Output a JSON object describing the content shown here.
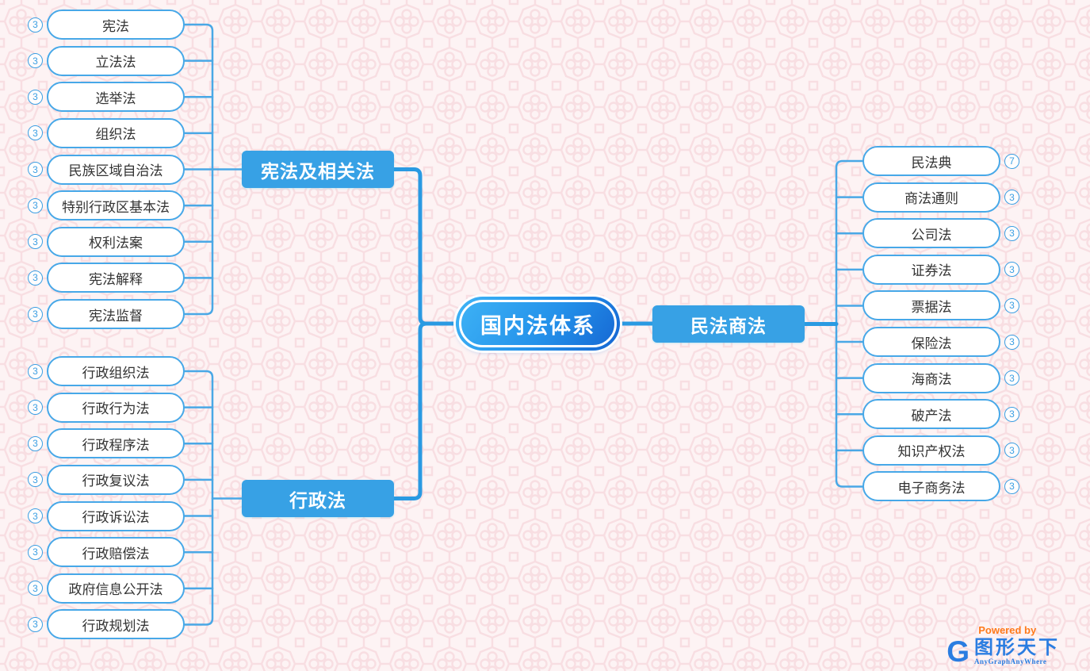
{
  "center": {
    "label": "国内法体系"
  },
  "branches": {
    "constitution": {
      "label": "宪法及相关法"
    },
    "admin": {
      "label": "行政法"
    },
    "civil": {
      "label": "民法商法"
    }
  },
  "groups": {
    "left_top": {
      "parent": "宪法及相关法",
      "items": [
        {
          "label": "宪法",
          "count": "3"
        },
        {
          "label": "立法法",
          "count": "3"
        },
        {
          "label": "选举法",
          "count": "3"
        },
        {
          "label": "组织法",
          "count": "3"
        },
        {
          "label": "民族区域自治法",
          "count": "3"
        },
        {
          "label": "特别行政区基本法",
          "count": "3"
        },
        {
          "label": "权利法案",
          "count": "3"
        },
        {
          "label": "宪法解释",
          "count": "3"
        },
        {
          "label": "宪法监督",
          "count": "3"
        }
      ]
    },
    "left_bottom": {
      "parent": "行政法",
      "items": [
        {
          "label": "行政组织法",
          "count": "3"
        },
        {
          "label": "行政行为法",
          "count": "3"
        },
        {
          "label": "行政程序法",
          "count": "3"
        },
        {
          "label": "行政复议法",
          "count": "3"
        },
        {
          "label": "行政诉讼法",
          "count": "3"
        },
        {
          "label": "行政赔偿法",
          "count": "3"
        },
        {
          "label": "政府信息公开法",
          "count": "3"
        },
        {
          "label": "行政规划法",
          "count": "3"
        }
      ]
    },
    "right": {
      "parent": "民法商法",
      "items": [
        {
          "label": "民法典",
          "count": "7"
        },
        {
          "label": "商法通则",
          "count": "3"
        },
        {
          "label": "公司法",
          "count": "3"
        },
        {
          "label": "证券法",
          "count": "3"
        },
        {
          "label": "票据法",
          "count": "3"
        },
        {
          "label": "保险法",
          "count": "3"
        },
        {
          "label": "海商法",
          "count": "3"
        },
        {
          "label": "破产法",
          "count": "3"
        },
        {
          "label": "知识产权法",
          "count": "3"
        },
        {
          "label": "电子商务法",
          "count": "3"
        }
      ]
    }
  },
  "watermark": {
    "powered_by": "Powered by",
    "logo_letter": "G",
    "brand": "图形天下",
    "brand_sub": "AnyGraphAnyWhere"
  },
  "colors": {
    "leaf_border": "#47a8e8",
    "branch_fill": "#37a1e5",
    "connector_thin": "#49a8e6",
    "connector_thick": "#2a9ae2",
    "center_gradient_start": "#3fb4f6",
    "center_gradient_end": "#1565d2",
    "badge": "#3b9fe3",
    "brand_blue": "#2a7de1",
    "powered_orange": "#ff7a1a",
    "background": "#fdf3f4",
    "pattern_line": "#f8dee2"
  }
}
